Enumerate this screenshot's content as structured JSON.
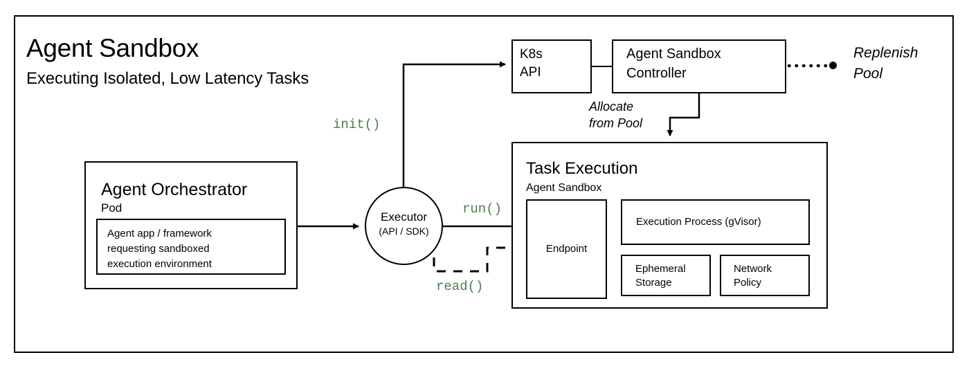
{
  "diagram": {
    "title": "Agent Sandbox",
    "subtitle": "Executing Isolated, Low Latency Tasks",
    "accent_code_color": "#4d7d4d",
    "line_color": "#000000",
    "background": "#ffffff"
  },
  "nodes": {
    "k8s_api": {
      "label": "K8s\nAPI"
    },
    "controller": {
      "label": "Agent Sandbox\nController"
    },
    "replenish": {
      "label": "Replenish\nPool"
    },
    "allocate": {
      "label": "Allocate\nfrom Pool"
    },
    "orchestrator": {
      "title": "Agent Orchestrator",
      "subtitle": "Pod",
      "inner": "Agent app / framework\nrequesting sandboxed\nexecution environment"
    },
    "executor": {
      "title": "Executor",
      "subtitle": "(API / SDK)"
    },
    "task_execution": {
      "title": "Task Execution",
      "subtitle": "Agent Sandbox",
      "endpoint": "Endpoint",
      "exec_process": "Execution Process (gVisor)",
      "ephemeral_storage": "Ephemeral\nStorage",
      "network_policy": "Network\nPolicy"
    }
  },
  "edges": {
    "init": "init()",
    "run": "run()",
    "read": "read()"
  }
}
